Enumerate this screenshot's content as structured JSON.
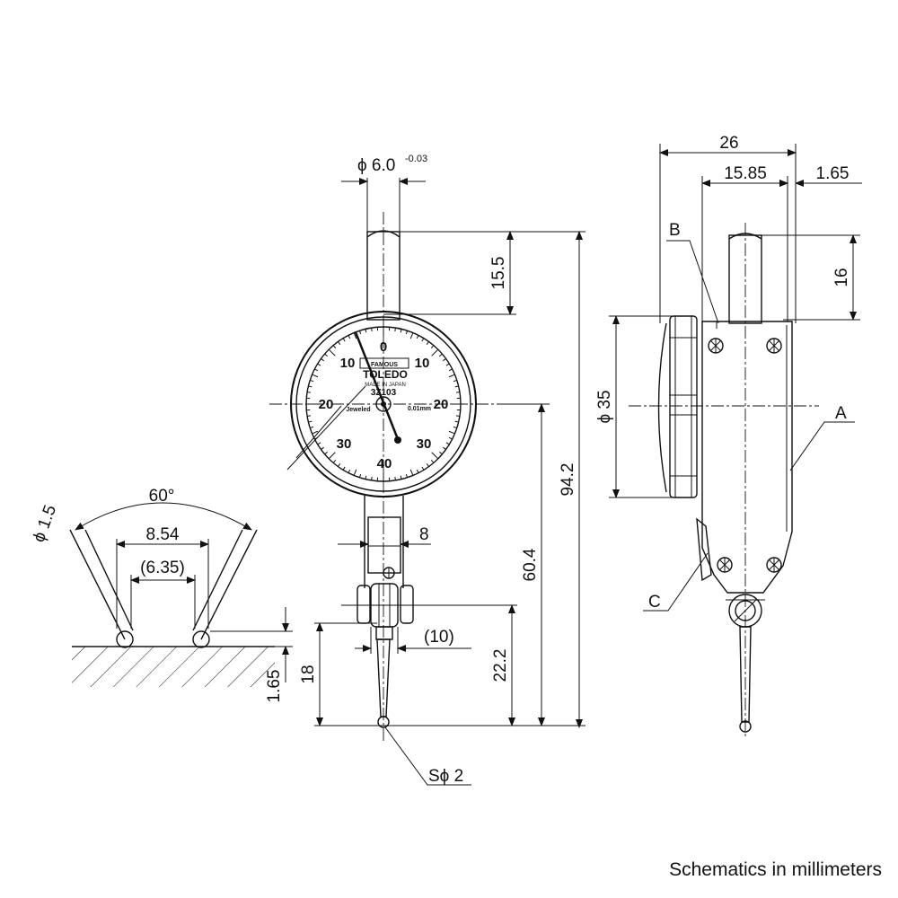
{
  "caption": "Schematics in millimeters",
  "front_view": {
    "stem_diameter_label": "ϕ 6.0",
    "stem_tolerance": "-0.03",
    "stem_length": "15.5",
    "overall_height": "94.2",
    "center_to_tip": "60.4",
    "neck_width": "8",
    "pivot_width": "(10)",
    "pivot_to_tip": "22.2",
    "stylus_length": "18",
    "tip_ball": "Sϕ 2"
  },
  "dial_face": {
    "numbers": [
      "0",
      "10",
      "10",
      "20",
      "20",
      "30",
      "30",
      "40"
    ],
    "brand_line1": "FAMOUS",
    "brand_line2": "TOLEDO",
    "made_in": "MADE IN JAPAN",
    "model": "3Z103",
    "resolution": "0.01mm",
    "jewel_mark": "Jeweled"
  },
  "side_view": {
    "total_depth": "26",
    "body_depth": "15.85",
    "back_offset": "1.65",
    "stem_length": "16",
    "dial_diameter": "ϕ 35",
    "label_a": "A",
    "label_b": "B",
    "label_c": "C"
  },
  "contact_detail": {
    "angle": "60°",
    "ball_diameter": "ϕ 1.5",
    "outer_spacing": "8.54",
    "inner_spacing": "(6.35)",
    "ball_height": "1.65"
  }
}
